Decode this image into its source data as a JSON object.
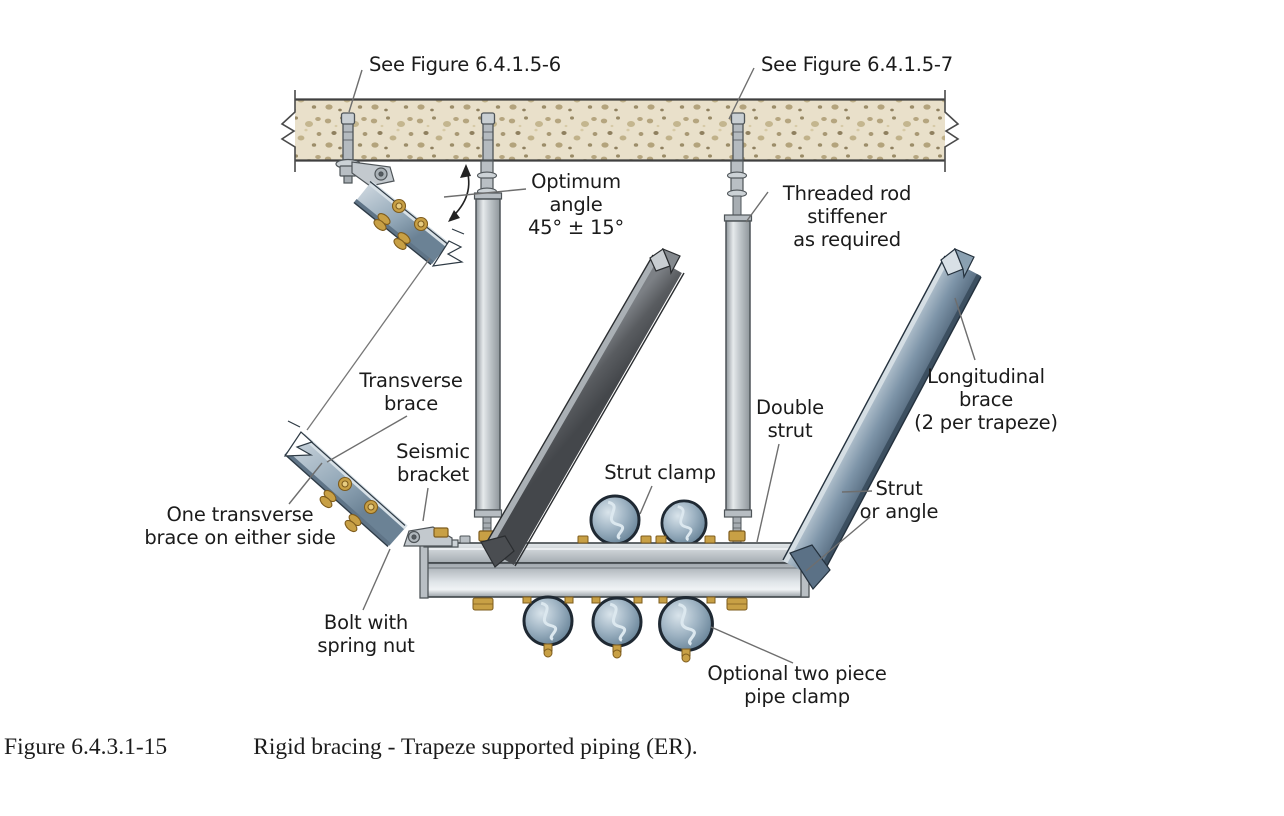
{
  "figure_caption": {
    "number": "Figure 6.4.3.1-15",
    "title": "Rigid bracing - Trapeze supported piping (ER)."
  },
  "annotations": {
    "see_figure_left": "See Figure 6.4.1.5-6",
    "see_figure_right": "See Figure 6.4.1.5-7",
    "optimum_angle": "Optimum\nangle\n45° ± 15°",
    "threaded_rod_stiffener": "Threaded rod\nstiffener\nas required",
    "transverse_brace": "Transverse\nbrace",
    "seismic_bracket": "Seismic\nbracket",
    "one_transverse_brace": "One transverse\nbrace on either side",
    "bolt_with_spring_nut": "Bolt with\nspring nut",
    "double_strut": "Double\nstrut",
    "longitudinal_brace": "Longitudinal\nbrace\n(2 per trapeze)",
    "strut_clamp": "Strut clamp",
    "strut_or_angle": "Strut\nor angle",
    "optional_pipe_clamp": "Optional two piece\npipe clamp"
  },
  "colors": {
    "concrete_fill": "#e9e0ca",
    "concrete_speckle": "#a89874",
    "steel_light": "#d6dadd",
    "steel_mid": "#aab1b6",
    "steel_blue": "#7d94a8",
    "steel_dark": "#595c60",
    "brass": "#c0953b",
    "leader_line": "#6e6e6e",
    "text": "#1b1b1b"
  }
}
